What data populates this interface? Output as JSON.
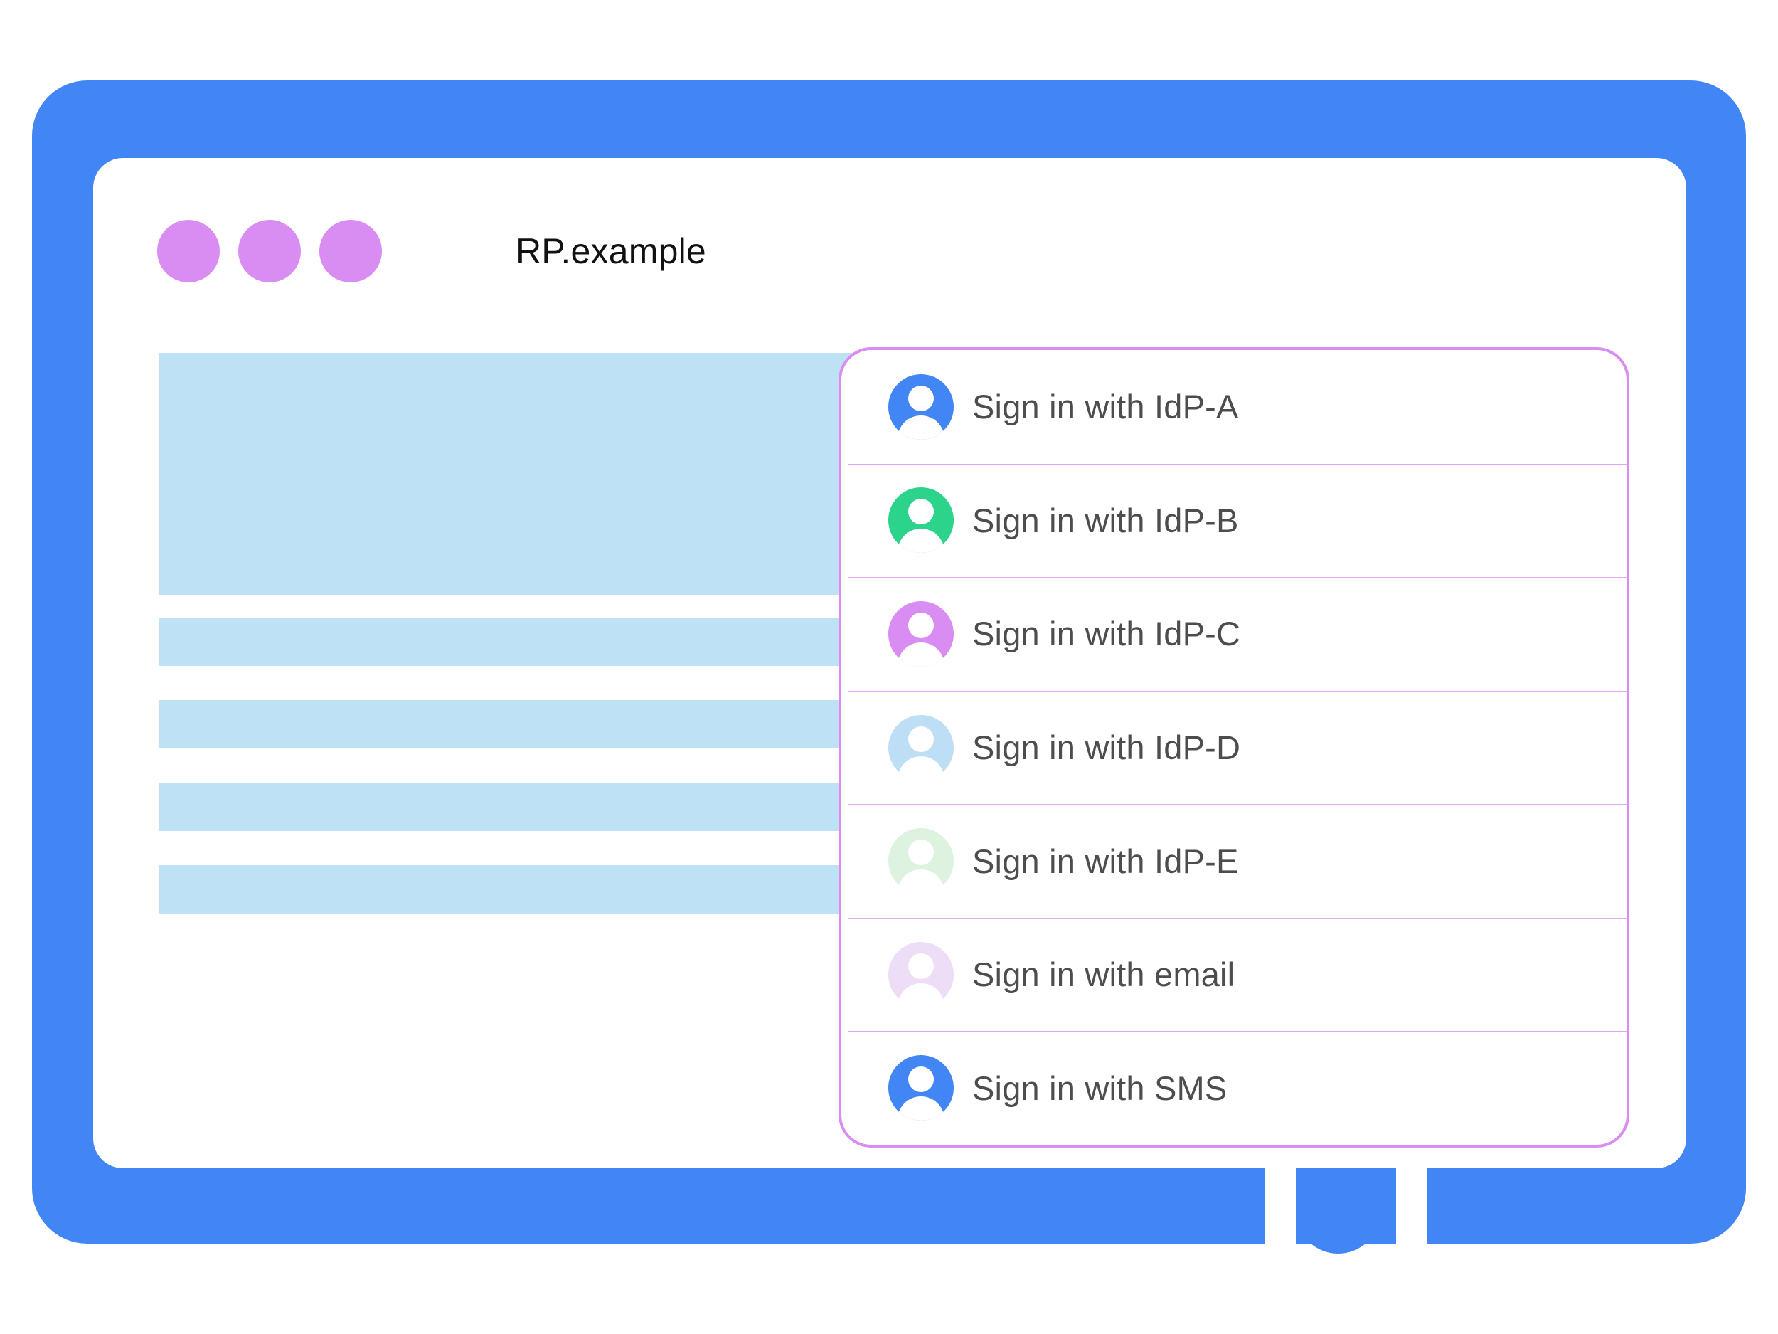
{
  "colors": {
    "frame_blue": "#4285F4",
    "titlebar_dot_purple": "#D98CF2",
    "content_block_blue": "#BFE1F6",
    "panel_border_purple": "#D98CF2",
    "divider_purple": "#DDA8EE",
    "label_text_gray": "#4D4D4D",
    "title_text_black": "#111111"
  },
  "device": {
    "name": "tablet-frame",
    "home_button_label": "home-button"
  },
  "browser": {
    "titlebar": {
      "dots": [
        "window-dot-1",
        "window-dot-2",
        "window-dot-3"
      ],
      "title": "RP.example"
    }
  },
  "main": {
    "placeholder_blocks": [
      {
        "name": "hero-placeholder-block",
        "kind": "hero"
      },
      {
        "name": "text-placeholder-bar-1",
        "kind": "bar"
      },
      {
        "name": "text-placeholder-bar-2",
        "kind": "bar"
      },
      {
        "name": "text-placeholder-bar-3",
        "kind": "bar"
      },
      {
        "name": "text-placeholder-bar-4",
        "kind": "bar"
      }
    ]
  },
  "account_chooser": {
    "name": "account-chooser-panel",
    "items": [
      {
        "label": "Sign in with IdP-A",
        "avatar_icon": "person-avatar-icon",
        "avatar_color": "#4285F4"
      },
      {
        "label": "Sign in with IdP-B",
        "avatar_icon": "person-avatar-icon",
        "avatar_color": "#2BD48A"
      },
      {
        "label": "Sign in with IdP-C",
        "avatar_icon": "person-avatar-icon",
        "avatar_color": "#D98CF2"
      },
      {
        "label": "Sign in with IdP-D",
        "avatar_icon": "person-avatar-icon",
        "avatar_color": "#BDDEF5"
      },
      {
        "label": "Sign in with IdP-E",
        "avatar_icon": "person-avatar-icon",
        "avatar_color": "#DEF3DF"
      },
      {
        "label": "Sign in with email",
        "avatar_icon": "person-avatar-icon",
        "avatar_color": "#EEDDF6"
      },
      {
        "label": "Sign in with SMS",
        "avatar_icon": "person-avatar-icon",
        "avatar_color": "#4285F4"
      }
    ]
  }
}
